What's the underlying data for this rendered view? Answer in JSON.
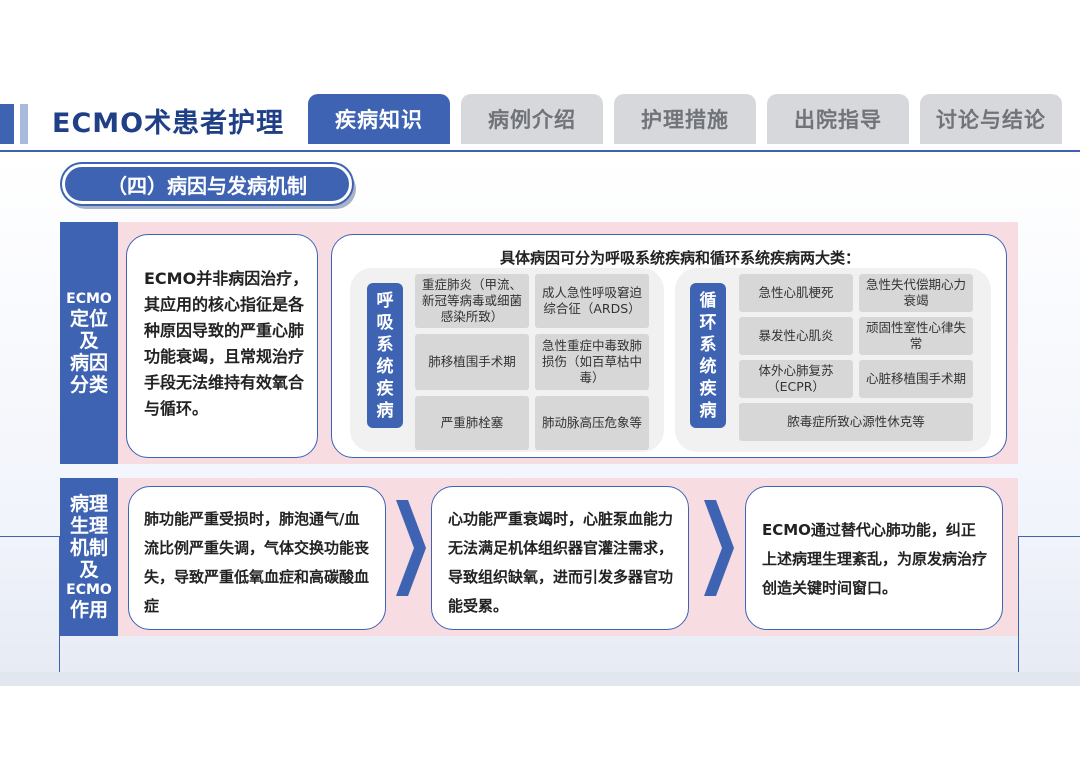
{
  "header": {
    "title": "ECMO术患者护理",
    "tabs": [
      {
        "label": "疾病知识",
        "active": true
      },
      {
        "label": "病例介绍",
        "active": false
      },
      {
        "label": "护理措施",
        "active": false
      },
      {
        "label": "出院指导",
        "active": false
      },
      {
        "label": "讨论与结论",
        "active": false
      }
    ]
  },
  "section": {
    "title": "（四）病因与发病机制"
  },
  "row1": {
    "label_line1": "ECMO",
    "label_line2": "定位",
    "label_line3": "及",
    "label_line4": "病因",
    "label_line5": "分类",
    "definition": "ECMO并非病因治疗，其应用的核心指征是各种原因导致的严重心肺功能衰竭，且常规治疗手段无法维持有效氧合与循环。",
    "causes_title": "具体病因可分为呼吸系统疾病和循环系统疾病两大类：",
    "respiratory": {
      "label": [
        "呼",
        "吸",
        "系",
        "统",
        "疾",
        "病"
      ],
      "items": [
        "重症肺炎（甲流、新冠等病毒或细菌感染所致）",
        "成人急性呼吸窘迫综合征（ARDS）",
        "肺移植围手术期",
        "急性重症中毒致肺损伤（如百草枯中毒）",
        "严重肺栓塞",
        "肺动脉高压危象等"
      ]
    },
    "circulatory": {
      "label": [
        "循",
        "环",
        "系",
        "统",
        "疾",
        "病"
      ],
      "items": [
        "急性心肌梗死",
        "急性失代偿期心力衰竭",
        "暴发性心肌炎",
        "顽固性室性心律失常",
        "体外心肺复苏（ECPR）",
        "心脏移植围手术期",
        "脓毒症所致心源性休克等"
      ]
    }
  },
  "row2": {
    "label_line1": "病理",
    "label_line2": "生理",
    "label_line3": "机制",
    "label_line4": "及",
    "label_line5": "ECMO",
    "label_line6": "作用",
    "box1": "肺功能严重受损时，肺泡通气/血流比例严重失调，气体交换功能丧失，导致严重低氧血症和高碳酸血症",
    "box2": "心功能严重衰竭时，心脏泵血能力无法满足机体组织器官灌注需求，导致组织缺氧，进而引发多器官功能受累。",
    "box3": "ECMO通过替代心肺功能，纠正上述病理生理紊乱，为原发病治疗创造关键时间窗口。"
  },
  "colors": {
    "primary": "#3f63b3",
    "panel_pink": "#f7dde2",
    "tab_inactive": "#d6d8dc",
    "cell_gray": "#d7d7d7"
  }
}
